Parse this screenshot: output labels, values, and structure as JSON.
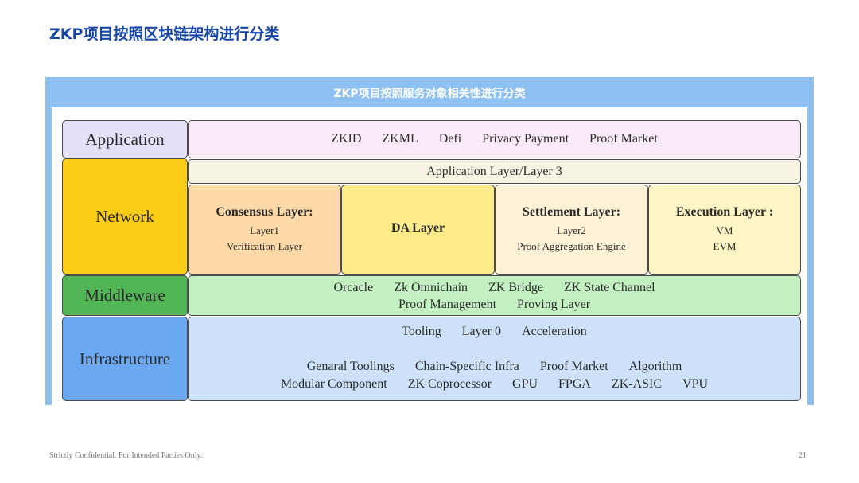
{
  "slide": {
    "title": "ZKP项目按照区块链架构进行分类",
    "footer": "Strictly Confidential. For Intended Parties Only.",
    "page_number": "21"
  },
  "diagram": {
    "header": "ZKP项目按照服务对象相关性进行分类",
    "application": {
      "label": "Application",
      "items": [
        "ZKID",
        "ZKML",
        "Defi",
        "Privacy Payment",
        "Proof Market"
      ]
    },
    "network": {
      "label": "Network",
      "top": "Application Layer/Layer 3",
      "consensus": {
        "title": "Consensus Layer:",
        "lines": [
          "Layer1",
          "Verification Layer"
        ]
      },
      "da": {
        "title": "DA Layer"
      },
      "settlement": {
        "title": "Settlement Layer:",
        "lines": [
          "Layer2",
          "Proof Aggregation Engine"
        ]
      },
      "execution": {
        "title": "Execution Layer :",
        "lines": [
          "VM",
          "EVM"
        ]
      }
    },
    "middleware": {
      "label": "Middleware",
      "line1": [
        "Orcacle",
        "Zk Omnichain",
        "ZK Bridge",
        "ZK State Channel"
      ],
      "line2": [
        "Proof Management",
        "Proving Layer"
      ]
    },
    "infrastructure": {
      "label": "Infrastructure",
      "line1": [
        "Tooling",
        "Layer 0",
        "Acceleration"
      ],
      "line2": [
        "Genaral Toolings",
        "Chain-Specific Infra",
        "Proof Market",
        "Algorithm"
      ],
      "line3": [
        "Modular Component",
        "ZK Coprocessor",
        "GPU",
        "FPGA",
        "ZK-ASIC",
        "VPU"
      ]
    },
    "colors": {
      "header": "#8ec0f2",
      "application_label": "#e5e0f7",
      "application_content": "#fbeaf8",
      "network_label": "#fccd17",
      "middleware_label": "#52b556",
      "middleware_content": "#c3f0c1",
      "infrastructure_label": "#6aa8f2",
      "infrastructure_content": "#cde2f9"
    }
  }
}
